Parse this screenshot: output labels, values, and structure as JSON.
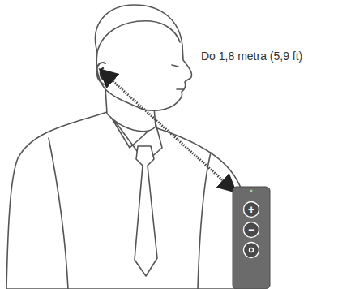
{
  "diagram": {
    "labels": [
      "Do 1,8 metra (5,9 ft)",
      "+",
      "−"
    ]
  }
}
